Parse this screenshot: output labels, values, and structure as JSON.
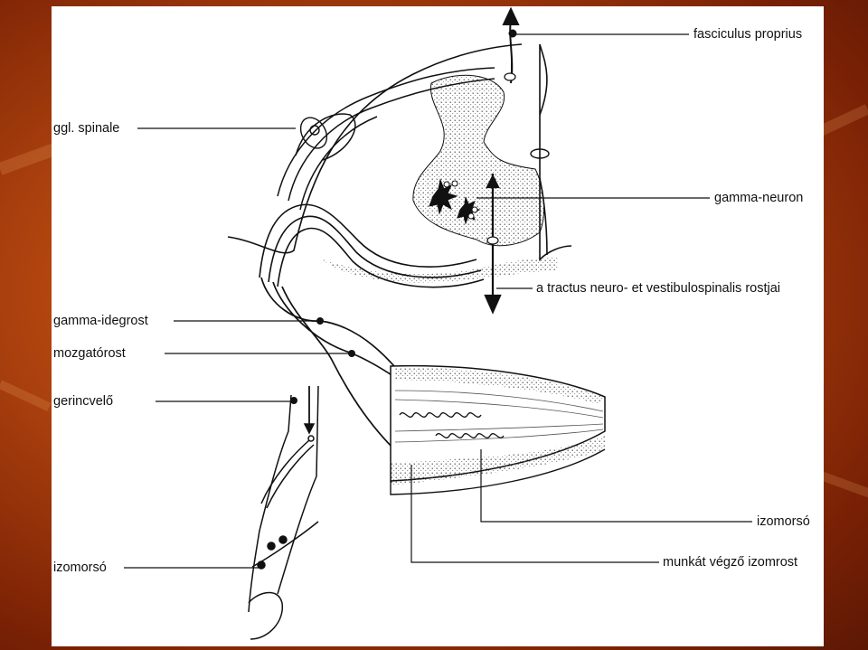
{
  "labels": {
    "fasciculus_proprius": "fasciculus proprius",
    "ggl_spinale": "ggl. spinale",
    "gamma_neuron": "gamma-neuron",
    "tractus": "a tractus neuro- et vestibulospinalis rostjai",
    "gamma_idegrost": "gamma-idegrost",
    "mozgatorost": "mozgatórost",
    "gerincvelo": "gerincvelő",
    "izomorso_right": "izomorsó",
    "izomorso_left": "izomorsó",
    "munkat_vegzo": "munkát végző izomrost"
  },
  "colors": {
    "background_dark": "#7a2105",
    "background_accent": "#d76a1f",
    "slide": "#ffffff",
    "ink": "#111111"
  }
}
